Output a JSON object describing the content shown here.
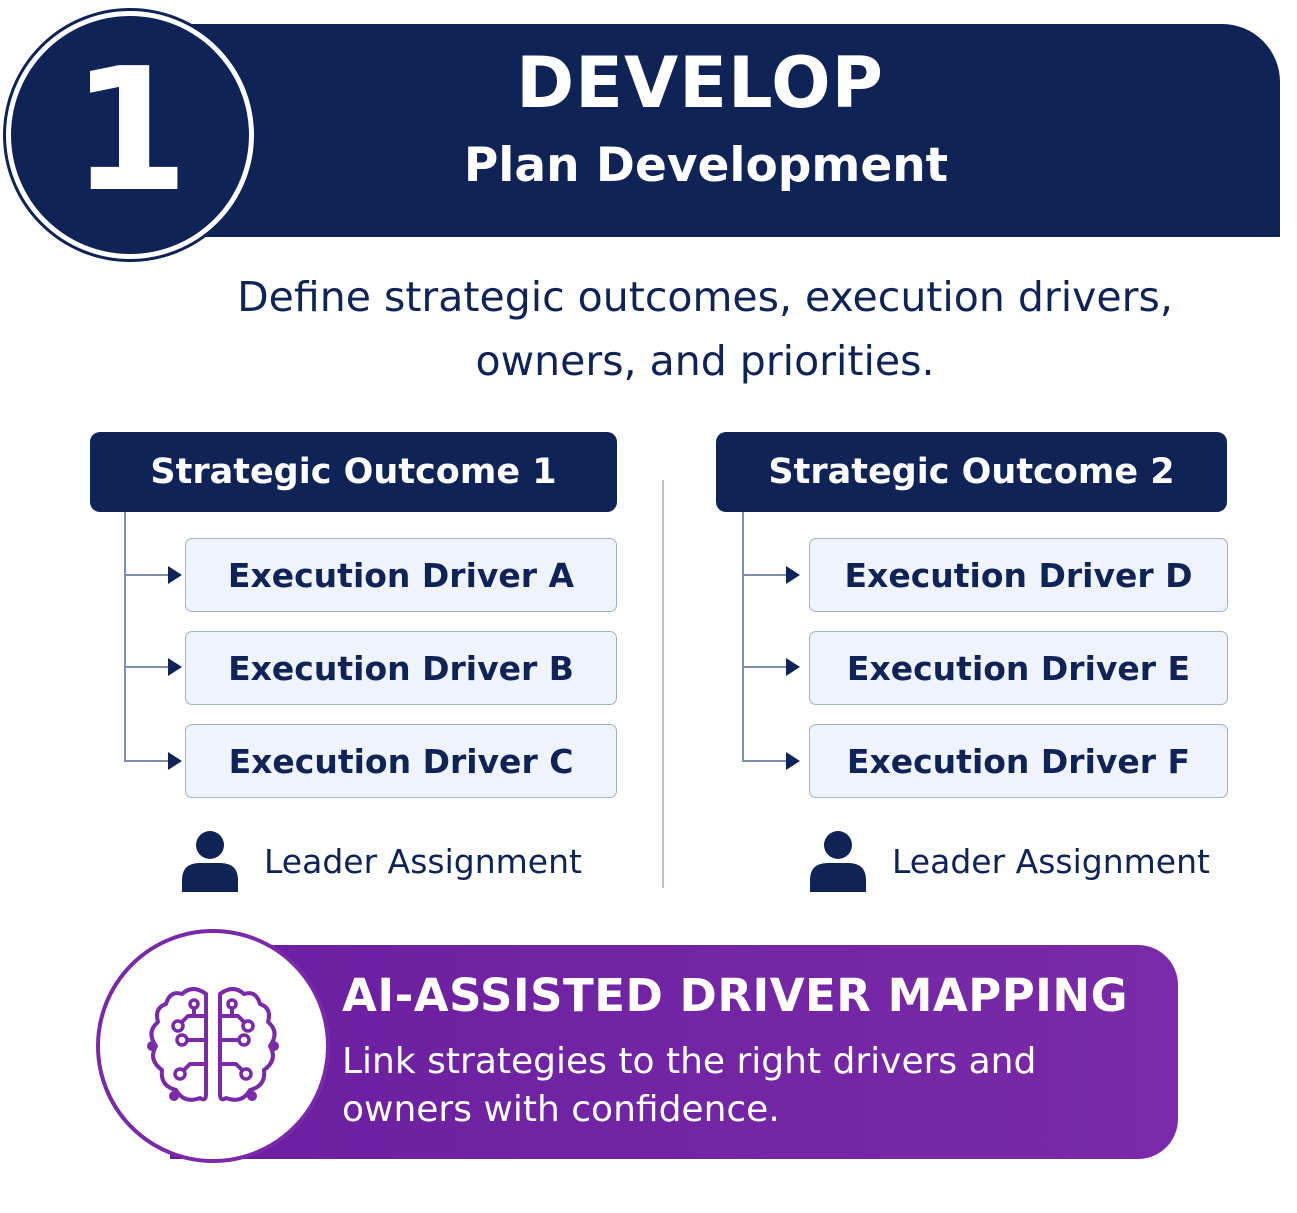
{
  "step": {
    "number": "1"
  },
  "header": {
    "title": "DEVELOP",
    "subtitle": "Plan Development"
  },
  "description": "Define strategic outcomes, execution drivers, owners, and priorities.",
  "outcomes": [
    {
      "title": "Strategic Outcome 1",
      "drivers": [
        "Execution Driver A",
        "Execution Driver B",
        "Execution Driver C"
      ],
      "leader_label": "Leader Assignment"
    },
    {
      "title": "Strategic Outcome 2",
      "drivers": [
        "Execution Driver D",
        "Execution Driver E",
        "Execution Driver F"
      ],
      "leader_label": "Leader Assignment"
    }
  ],
  "ai_callout": {
    "title": "AI-ASSISTED DRIVER MAPPING",
    "body": "Link strategies to the right drivers and owners with confidence.",
    "icon": "brain-circuit-icon"
  },
  "colors": {
    "navy": "#0f2357",
    "purple": "#7a2aa8",
    "driver_bg": "#eef3fc"
  }
}
